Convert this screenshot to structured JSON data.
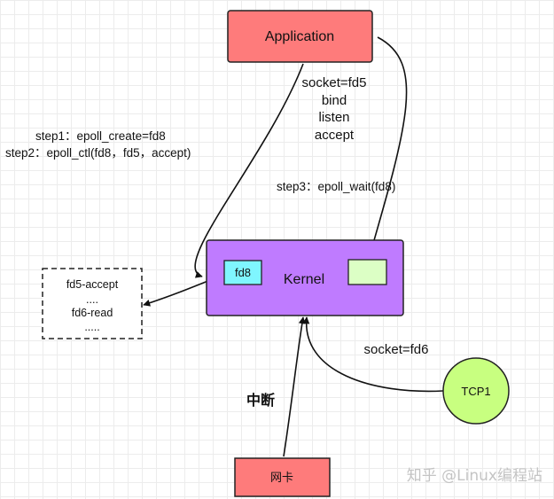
{
  "nodes": {
    "application": "Application",
    "kernel": "Kernel",
    "fd8": "fd8",
    "tcp1": "TCP1",
    "nic": "网卡"
  },
  "labels": {
    "socket_fd5": "socket=fd5",
    "bind": "bind",
    "listen": "listen",
    "accept": "accept",
    "step1": "step1：epoll_create=fd8",
    "step2": "step2：epoll_ctl(fd8，fd5，accept)",
    "step3": "step3：epoll_wait(fd8)",
    "socket_fd6": "socket=fd6",
    "interrupt": "中断"
  },
  "ready_list": {
    "line1": "fd5-accept",
    "line2": "....",
    "line3": "fd6-read",
    "line4": "....."
  },
  "watermark": "知乎 @Linux编程站",
  "colors": {
    "application_fill": "#fe7b7b",
    "kernel_fill": "#bf7bff",
    "fd8_fill": "#7ff6ff",
    "ready_slot_fill": "#dcffc5",
    "tcp_fill": "#c8ff80",
    "nic_fill": "#fe7b7b"
  }
}
